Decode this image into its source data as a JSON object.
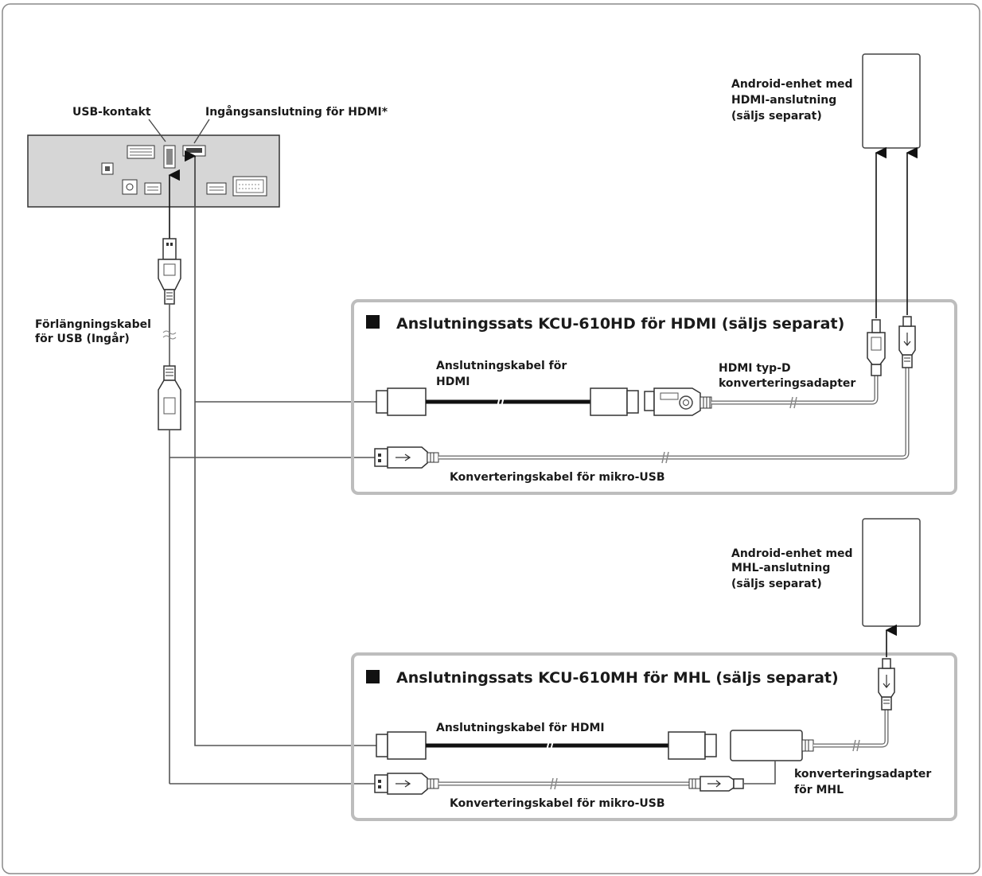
{
  "head_unit": {
    "usb_label": "USB-kontakt",
    "hdmi_label": "Ingångsanslutning för HDMI*"
  },
  "extension_cable": {
    "label_line1": "Förlängningskabel",
    "label_line2": "för USB (Ingår)"
  },
  "hdmi_kit": {
    "title": "Anslutningssats KCU-610HD för HDMI (säljs separat)",
    "cable_label_line1": "Anslutningskabel för",
    "cable_label_line2": "HDMI",
    "adapter_label_line1": "HDMI typ-D",
    "adapter_label_line2": "konverteringsadapter",
    "usb_cable_label": "Konverteringskabel för mikro-USB",
    "device_label_line1": "Android-enhet med",
    "device_label_line2": "HDMI-anslutning",
    "device_label_line3": "(säljs separat)"
  },
  "mhl_kit": {
    "title": "Anslutningssats KCU-610MH för MHL (säljs separat)",
    "cable_label": "Anslutningskabel för HDMI",
    "adapter_label_line1": "konverteringsadapter",
    "adapter_label_line2": "för MHL",
    "usb_cable_label": "Konverteringskabel för mikro-USB",
    "device_label_line1": "Android-enhet med",
    "device_label_line2": "MHL-anslutning",
    "device_label_line3": "(säljs separat)"
  },
  "colors": {
    "frame": "#8a8a8a",
    "kit_border": "#bdbdbd",
    "head_unit_fill": "#d6d6d6",
    "cable_black": "#111111"
  }
}
